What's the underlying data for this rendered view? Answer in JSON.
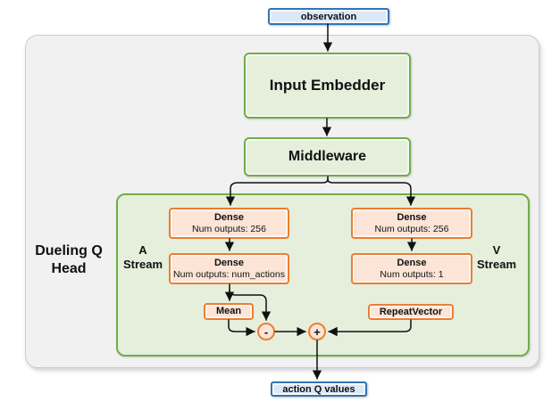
{
  "diagram": {
    "observation": {
      "label": "observation"
    },
    "input_embedder": {
      "label": "Input Embedder"
    },
    "middleware": {
      "label": "Middleware"
    },
    "dueling_head": {
      "title_line1": "Dueling Q",
      "title_line2": "Head",
      "a_stream": {
        "name_line1": "A",
        "name_line2": "Stream",
        "dense1": {
          "title": "Dense",
          "subtitle": "Num outputs: 256"
        },
        "dense2": {
          "title": "Dense",
          "subtitle": "Num outputs: num_actions"
        },
        "mean_label": "Mean"
      },
      "v_stream": {
        "name_line1": "V",
        "name_line2": "Stream",
        "dense1": {
          "title": "Dense",
          "subtitle": "Num outputs: 256"
        },
        "dense2": {
          "title": "Dense",
          "subtitle": "Num outputs: 1"
        },
        "repeat_vector_label": "RepeatVector"
      },
      "subtract_operator": "-",
      "add_operator": "+"
    },
    "action_q_values": {
      "label": "action Q values"
    },
    "colors": {
      "blue_border": "#2e75b6",
      "blue_fill": "#dbe9f7",
      "green_border": "#70ad47",
      "green_fill": "#e5efdc",
      "orange_border": "#ed7d31",
      "orange_fill": "#fce4d6",
      "panel_fill": "#f1f1f2",
      "panel_border": "#c9cccf",
      "arrow": "#111111"
    }
  }
}
